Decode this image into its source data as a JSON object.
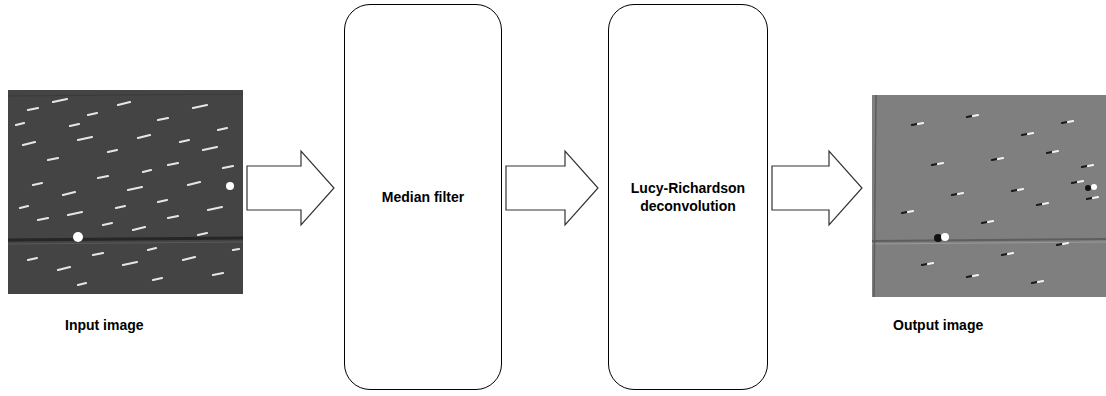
{
  "diagram": {
    "nodes": [
      {
        "text": [
          "Input image"
        ]
      },
      {
        "text": [
          "Median filter"
        ]
      },
      {
        "text": [
          "Lucy-Richardson deconvolution"
        ]
      },
      {
        "text": [
          "Output image"
        ]
      }
    ],
    "edges": [
      {
        "from": 0,
        "to": 1,
        "arrow": "to"
      },
      {
        "from": 1,
        "to": 2,
        "arrow": "to"
      },
      {
        "from": 2,
        "to": 3,
        "arrow": "to"
      }
    ]
  }
}
